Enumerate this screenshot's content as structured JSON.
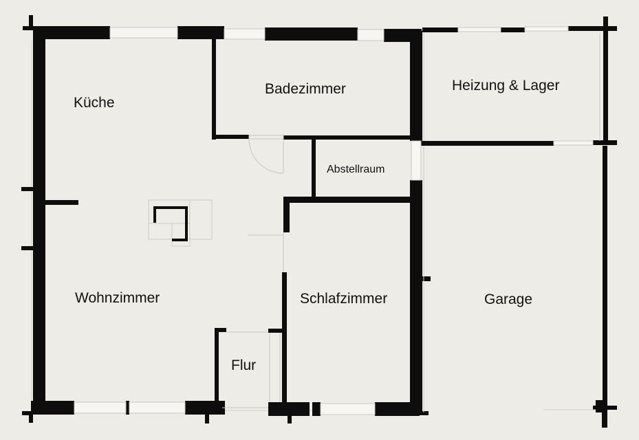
{
  "floorplan": {
    "rooms": {
      "kueche": "Küche",
      "badezimmer": "Badezimmer",
      "heizung_lager": "Heizung & Lager",
      "abstellraum": "Abstellraum",
      "wohnzimmer": "Wohnzimmer",
      "schlafzimmer": "Schlafzimmer",
      "flur": "Flur",
      "garage": "Garage"
    },
    "colors": {
      "background": "#eeece7",
      "wall": "#0d0d0d",
      "window": "#f7f6f2",
      "thin_line": "#cfcdc8"
    }
  }
}
